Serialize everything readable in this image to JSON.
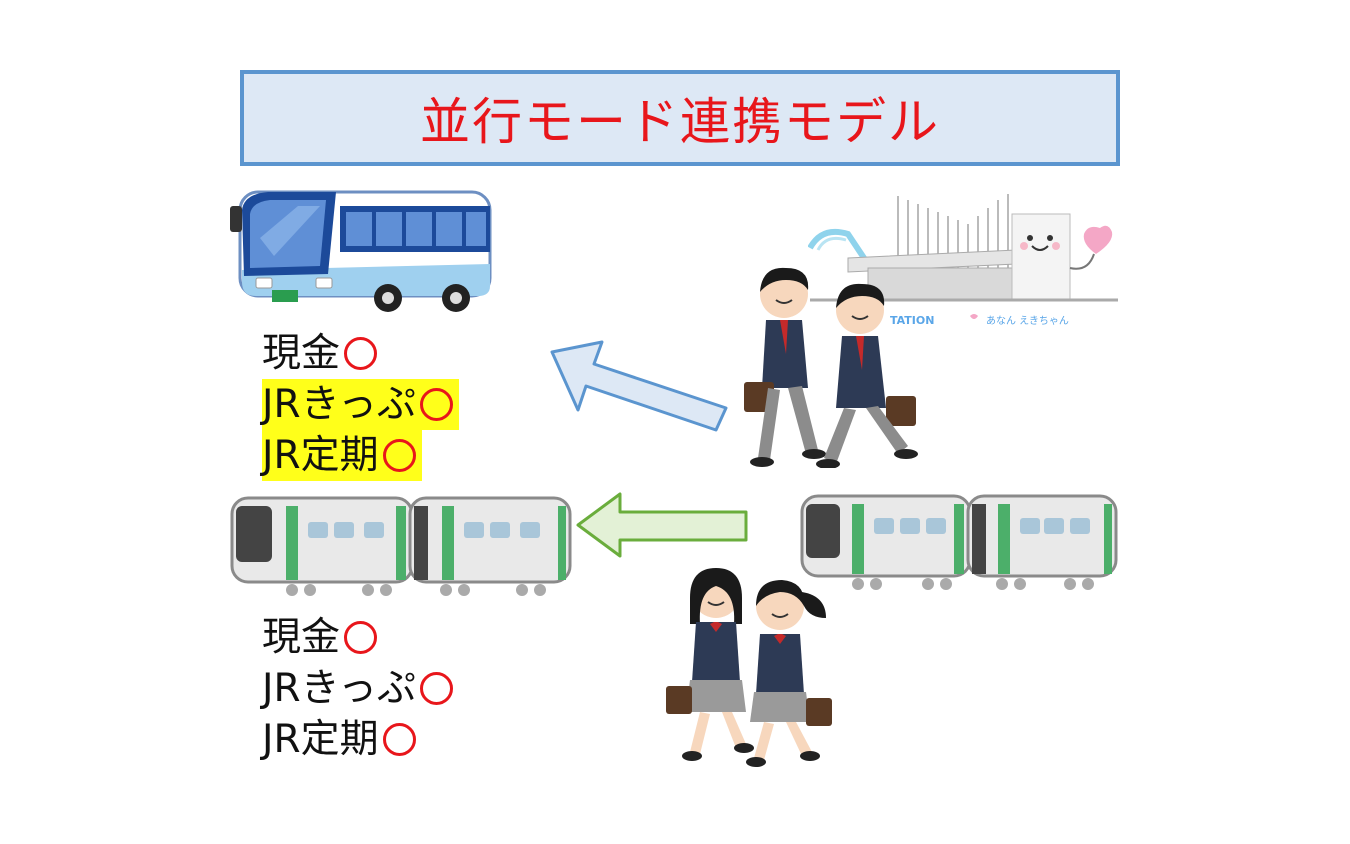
{
  "title": "並行モード連携モデル",
  "colors": {
    "title_text": "#e8161b",
    "title_bg": "#dde8f5",
    "title_border": "#5b95cf",
    "highlight": "#ffff1a",
    "circle_mark": "#e8161b",
    "bus_arrow_fill": "#dde8f5",
    "bus_arrow_stroke": "#5b95cf",
    "train_arrow_fill": "#e3f1d6",
    "train_arrow_stroke": "#6aad3c",
    "train_stripe": "#4caf6a"
  },
  "bus_fares": [
    {
      "label": "現金",
      "mark": "circle",
      "highlight": false
    },
    {
      "label": "JRきっぷ",
      "mark": "circle",
      "highlight": true
    },
    {
      "label": "JR定期",
      "mark": "circle",
      "highlight": true
    }
  ],
  "train_fares": [
    {
      "label": "現金",
      "mark": "circle",
      "highlight": false
    },
    {
      "label": "JRきっぷ",
      "mark": "circle",
      "highlight": false
    },
    {
      "label": "JR定期",
      "mark": "circle",
      "highlight": false
    }
  ],
  "station_sign": {
    "left": "TATION",
    "right": "あなん えきちゃん"
  },
  "icons": [
    "bus-icon",
    "train-icon",
    "station-icon",
    "boy-students-icon",
    "girl-students-icon",
    "arrow-left-icon"
  ]
}
